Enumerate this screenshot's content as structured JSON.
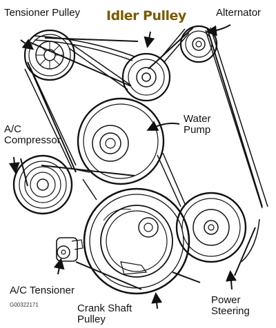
{
  "labels": {
    "tensioner_pulley": "Tensioner Pulley",
    "idler_pulley": "Idler Pulley",
    "alternator": "Alternator",
    "ac_compressor_line1": "A/C",
    "ac_compressor_line2": "Compressor",
    "water_pump_line1": "Water",
    "water_pump_line2": "Pump",
    "ac_tensioner": "A/C Tensioner",
    "crank_shaft_line1": "Crank Shaft",
    "crank_shaft_line2": "Pulley",
    "power_steering_line1": "Power",
    "power_steering_line2": "Steering",
    "figure_code": "G00322171"
  },
  "colors": {
    "ink": "#111111",
    "highlight": "#7a5a00",
    "background": "#ffffff"
  }
}
